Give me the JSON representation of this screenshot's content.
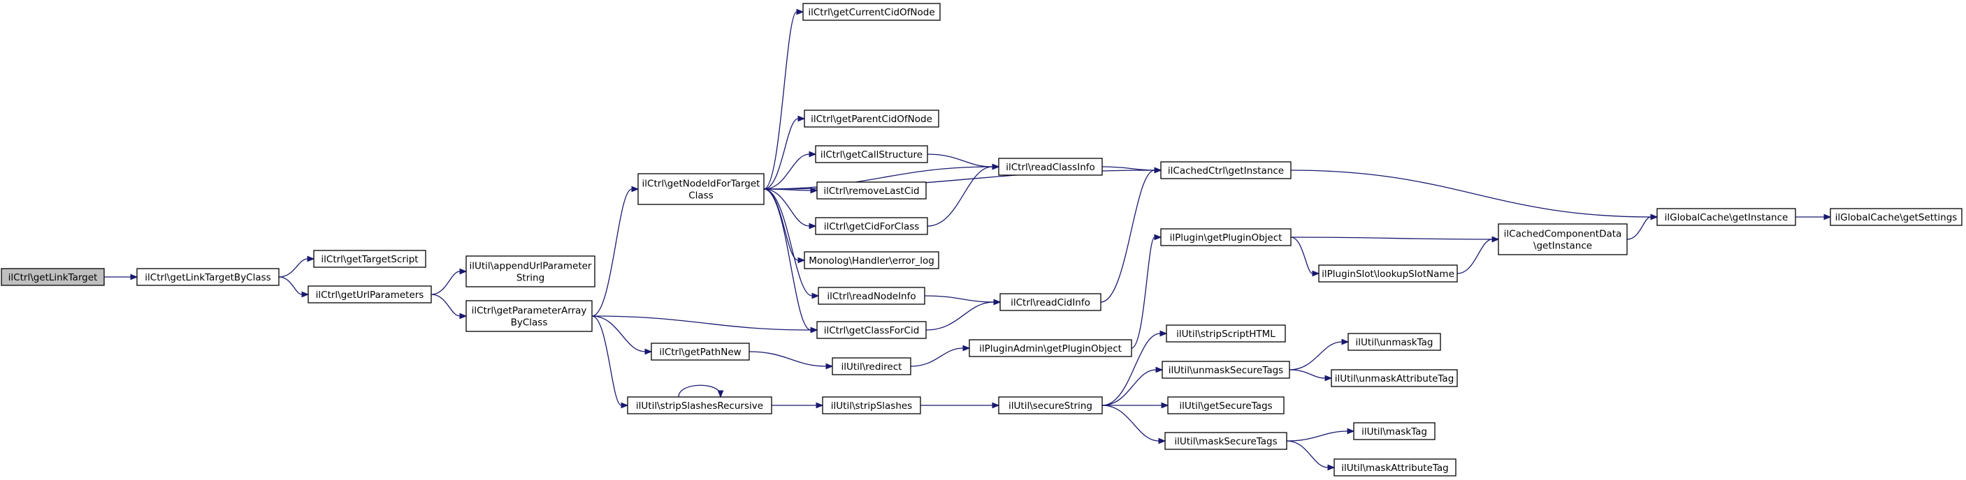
{
  "diagram": {
    "title": "",
    "nodes": {
      "n0": {
        "lines": [
          "ilCtrl\\getLinkTarget"
        ],
        "root": true
      },
      "n1": {
        "lines": [
          "ilCtrl\\getLinkTargetByClass"
        ]
      },
      "n2": {
        "lines": [
          "ilCtrl\\getTargetScript"
        ]
      },
      "n3": {
        "lines": [
          "ilCtrl\\getUrlParameters"
        ]
      },
      "n4": {
        "lines": [
          "ilUtil\\appendUrlParameter",
          "String"
        ]
      },
      "n5": {
        "lines": [
          "ilCtrl\\getParameterArray",
          "ByClass"
        ]
      },
      "n6": {
        "lines": [
          "ilCtrl\\getClassForCid"
        ]
      },
      "n7": {
        "lines": [
          "ilCtrl\\getNodeIdForTarget",
          "Class"
        ]
      },
      "n8": {
        "lines": [
          "ilCtrl\\getPathNew"
        ]
      },
      "n9": {
        "lines": [
          "ilUtil\\stripSlashesRecursive"
        ]
      },
      "n10": {
        "lines": [
          "ilCtrl\\getCurrentCidOfNode"
        ]
      },
      "n11": {
        "lines": [
          "ilCtrl\\getParentCidOfNode"
        ]
      },
      "n12": {
        "lines": [
          "ilCtrl\\getCallStructure"
        ]
      },
      "n13": {
        "lines": [
          "ilCtrl\\removeLastCid"
        ]
      },
      "n14": {
        "lines": [
          "ilCtrl\\getCidForClass"
        ]
      },
      "n15": {
        "lines": [
          "Monolog\\Handler\\error_log"
        ]
      },
      "n16": {
        "lines": [
          "ilCtrl\\readNodeInfo"
        ]
      },
      "n17": {
        "lines": [
          "ilUtil\\redirect"
        ]
      },
      "n18": {
        "lines": [
          "ilUtil\\stripSlashes"
        ]
      },
      "n19": {
        "lines": [
          "ilCtrl\\readClassInfo"
        ]
      },
      "n20": {
        "lines": [
          "ilCtrl\\readCidInfo"
        ]
      },
      "n21": {
        "lines": [
          "ilPluginAdmin\\getPluginObject"
        ]
      },
      "n22": {
        "lines": [
          "ilUtil\\secureString"
        ]
      },
      "n23": {
        "lines": [
          "ilCachedCtrl\\getInstance"
        ]
      },
      "n24": {
        "lines": [
          "ilPlugin\\getPluginObject"
        ]
      },
      "n25": {
        "lines": [
          "ilUtil\\stripScriptHTML"
        ]
      },
      "n26": {
        "lines": [
          "ilUtil\\unmaskSecureTags"
        ]
      },
      "n27": {
        "lines": [
          "ilUtil\\getSecureTags"
        ]
      },
      "n28": {
        "lines": [
          "ilUtil\\maskSecureTags"
        ]
      },
      "n29": {
        "lines": [
          "ilPluginSlot\\lookupSlotName"
        ]
      },
      "n30": {
        "lines": [
          "ilUtil\\unmaskTag"
        ]
      },
      "n31": {
        "lines": [
          "ilUtil\\unmaskAttributeTag"
        ]
      },
      "n32": {
        "lines": [
          "ilUtil\\maskTag"
        ]
      },
      "n33": {
        "lines": [
          "ilUtil\\maskAttributeTag"
        ]
      },
      "n34": {
        "lines": [
          "ilCachedComponentData",
          "\\getInstance"
        ]
      },
      "n35": {
        "lines": [
          "ilGlobalCache\\getInstance"
        ]
      },
      "n36": {
        "lines": [
          "ilGlobalCache\\getSettings"
        ]
      }
    },
    "edges": [
      [
        "n0",
        "n1"
      ],
      [
        "n1",
        "n2"
      ],
      [
        "n1",
        "n3"
      ],
      [
        "n3",
        "n4"
      ],
      [
        "n3",
        "n5"
      ],
      [
        "n5",
        "n6"
      ],
      [
        "n5",
        "n7"
      ],
      [
        "n5",
        "n8"
      ],
      [
        "n5",
        "n9"
      ],
      [
        "n7",
        "n10"
      ],
      [
        "n7",
        "n11"
      ],
      [
        "n7",
        "n12"
      ],
      [
        "n7",
        "n13"
      ],
      [
        "n7",
        "n14"
      ],
      [
        "n7",
        "n15"
      ],
      [
        "n7",
        "n16"
      ],
      [
        "n7",
        "n6"
      ],
      [
        "n7",
        "n19"
      ],
      [
        "n7",
        "n23"
      ],
      [
        "n12",
        "n19"
      ],
      [
        "n14",
        "n19"
      ],
      [
        "n16",
        "n20"
      ],
      [
        "n6",
        "n20"
      ],
      [
        "n19",
        "n23"
      ],
      [
        "n20",
        "n23"
      ],
      [
        "n23",
        "n35"
      ],
      [
        "n35",
        "n36"
      ],
      [
        "n8",
        "n17"
      ],
      [
        "n17",
        "n21"
      ],
      [
        "n21",
        "n24"
      ],
      [
        "n24",
        "n29"
      ],
      [
        "n24",
        "n34"
      ],
      [
        "n29",
        "n34"
      ],
      [
        "n34",
        "n35"
      ],
      [
        "n9",
        "n9"
      ],
      [
        "n9",
        "n18"
      ],
      [
        "n18",
        "n22"
      ],
      [
        "n22",
        "n25"
      ],
      [
        "n22",
        "n26"
      ],
      [
        "n22",
        "n27"
      ],
      [
        "n22",
        "n28"
      ],
      [
        "n26",
        "n30"
      ],
      [
        "n26",
        "n31"
      ],
      [
        "n28",
        "n32"
      ],
      [
        "n28",
        "n33"
      ]
    ]
  }
}
